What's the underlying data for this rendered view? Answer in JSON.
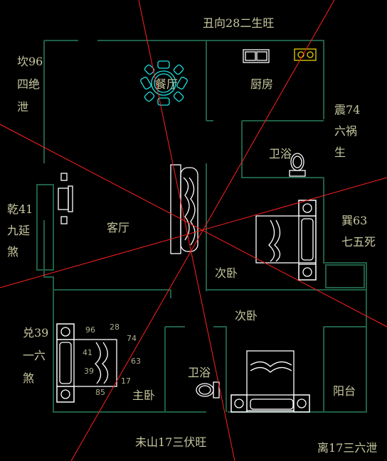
{
  "directions": {
    "north": "丑向28二生旺",
    "kan": [
      "坎96",
      "四绝",
      "泄"
    ],
    "zhen": [
      "震74",
      "六祸",
      "生"
    ],
    "qian": [
      "乾41",
      "九延",
      "煞"
    ],
    "xun": [
      "巽63",
      "七五死"
    ],
    "dui": [
      "兑39",
      "一六",
      "煞"
    ],
    "south": "未山17三伏旺",
    "li": "离17三六泄"
  },
  "rooms": {
    "dining": "餐厅",
    "kitchen": "厨房",
    "bath_upper": "卫浴",
    "living": "客厅",
    "bedroom2_a": "次卧",
    "bedroom2_b": "次卧",
    "bath_lower": "卫浴",
    "master": "主卧",
    "balcony": "阳台"
  },
  "sector_numbers": [
    "96",
    "28",
    "74",
    "41",
    "63",
    "39",
    "85",
    "17"
  ]
}
